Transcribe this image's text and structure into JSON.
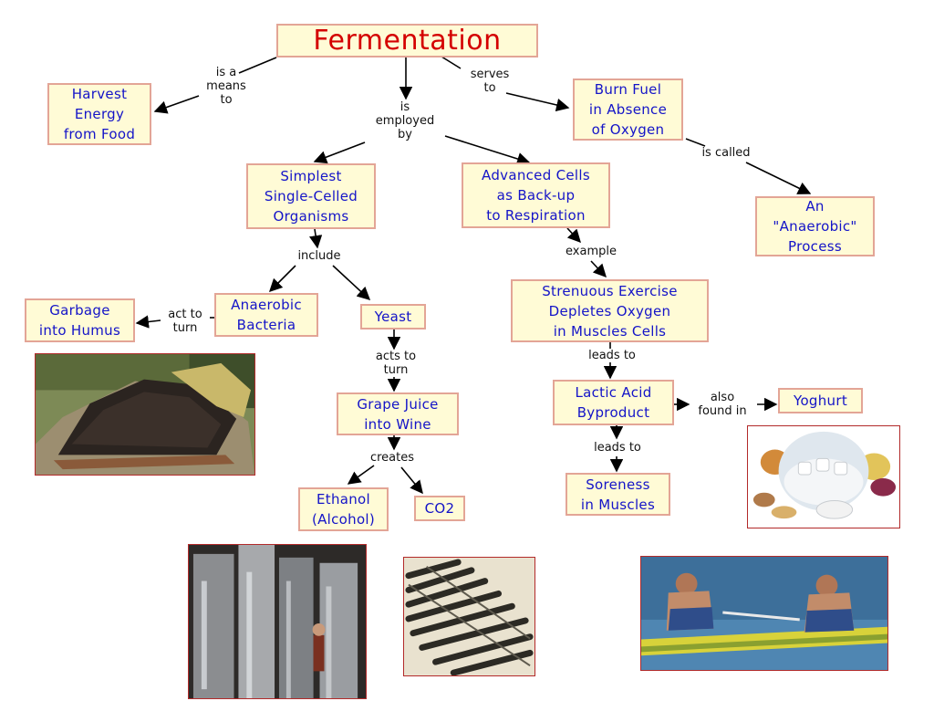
{
  "nodes": {
    "fermentation": "Fermentation",
    "harvest": "Harvest\nEnergy\nfrom Food",
    "burn_fuel": "Burn Fuel\nin Absence\nof Oxygen",
    "anaerobic_process": "An\n\"Anaerobic\"\nProcess",
    "simplest": "Simplest\nSingle-Celled\nOrganisms",
    "advanced": "Advanced Cells\nas Back-up\nto Respiration",
    "anaerobic_bacteria": "Anaerobic\nBacteria",
    "garbage": "Garbage\ninto Humus",
    "yeast": "Yeast",
    "grape": "Grape Juice\ninto Wine",
    "ethanol": "Ethanol\n(Alcohol)",
    "co2": "CO2",
    "strenuous": "Strenuous Exercise\nDepletes Oxygen\nin Muscles Cells",
    "lactic": "Lactic Acid\nByproduct",
    "yoghurt": "Yoghurt",
    "soreness": "Soreness\nin Muscles"
  },
  "links": {
    "is_a_means_to": "is a\nmeans\nto",
    "is_employed_by": "is\nemployed\nby",
    "serves_to": "serves\nto",
    "is_called": "is called",
    "include": "include",
    "example": "example",
    "act_to_turn": "act to\nturn",
    "acts_to_turn": "acts to\nturn",
    "creates": "creates",
    "leads_to_1": "leads to",
    "leads_to_2": "leads to",
    "also_found_in": "also\nfound in"
  },
  "colors": {
    "node_fill": "#fffbd6",
    "node_border": "#e3a596",
    "node_text": "#1414c8",
    "title_text": "#d40000",
    "photo_border": "#b22a2a"
  },
  "photos": [
    "compost-heap",
    "yoghurt-maker",
    "wine-tanks",
    "bottles-rack",
    "exhausted-rowers"
  ]
}
